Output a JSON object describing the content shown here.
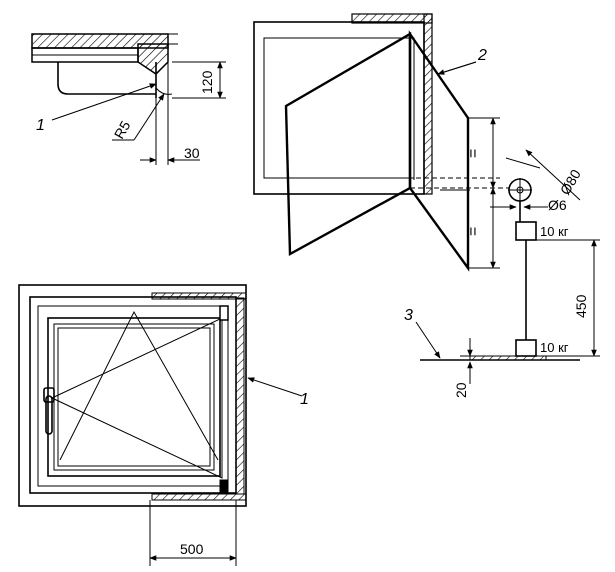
{
  "labels": {
    "detail_1": "1",
    "radius": "R5",
    "dim_120": "120",
    "dim_30": "30",
    "callout_2": "2",
    "equal_top": "=",
    "equal_bottom": "=",
    "dia_80": "Ø80",
    "dia_6": "Ø6",
    "weight_top": "10 кг",
    "dim_450": "450",
    "callout_3": "3",
    "weight_bottom": "10 кг",
    "dim_20": "20",
    "callout_1_window": "1",
    "dim_500": "500"
  }
}
